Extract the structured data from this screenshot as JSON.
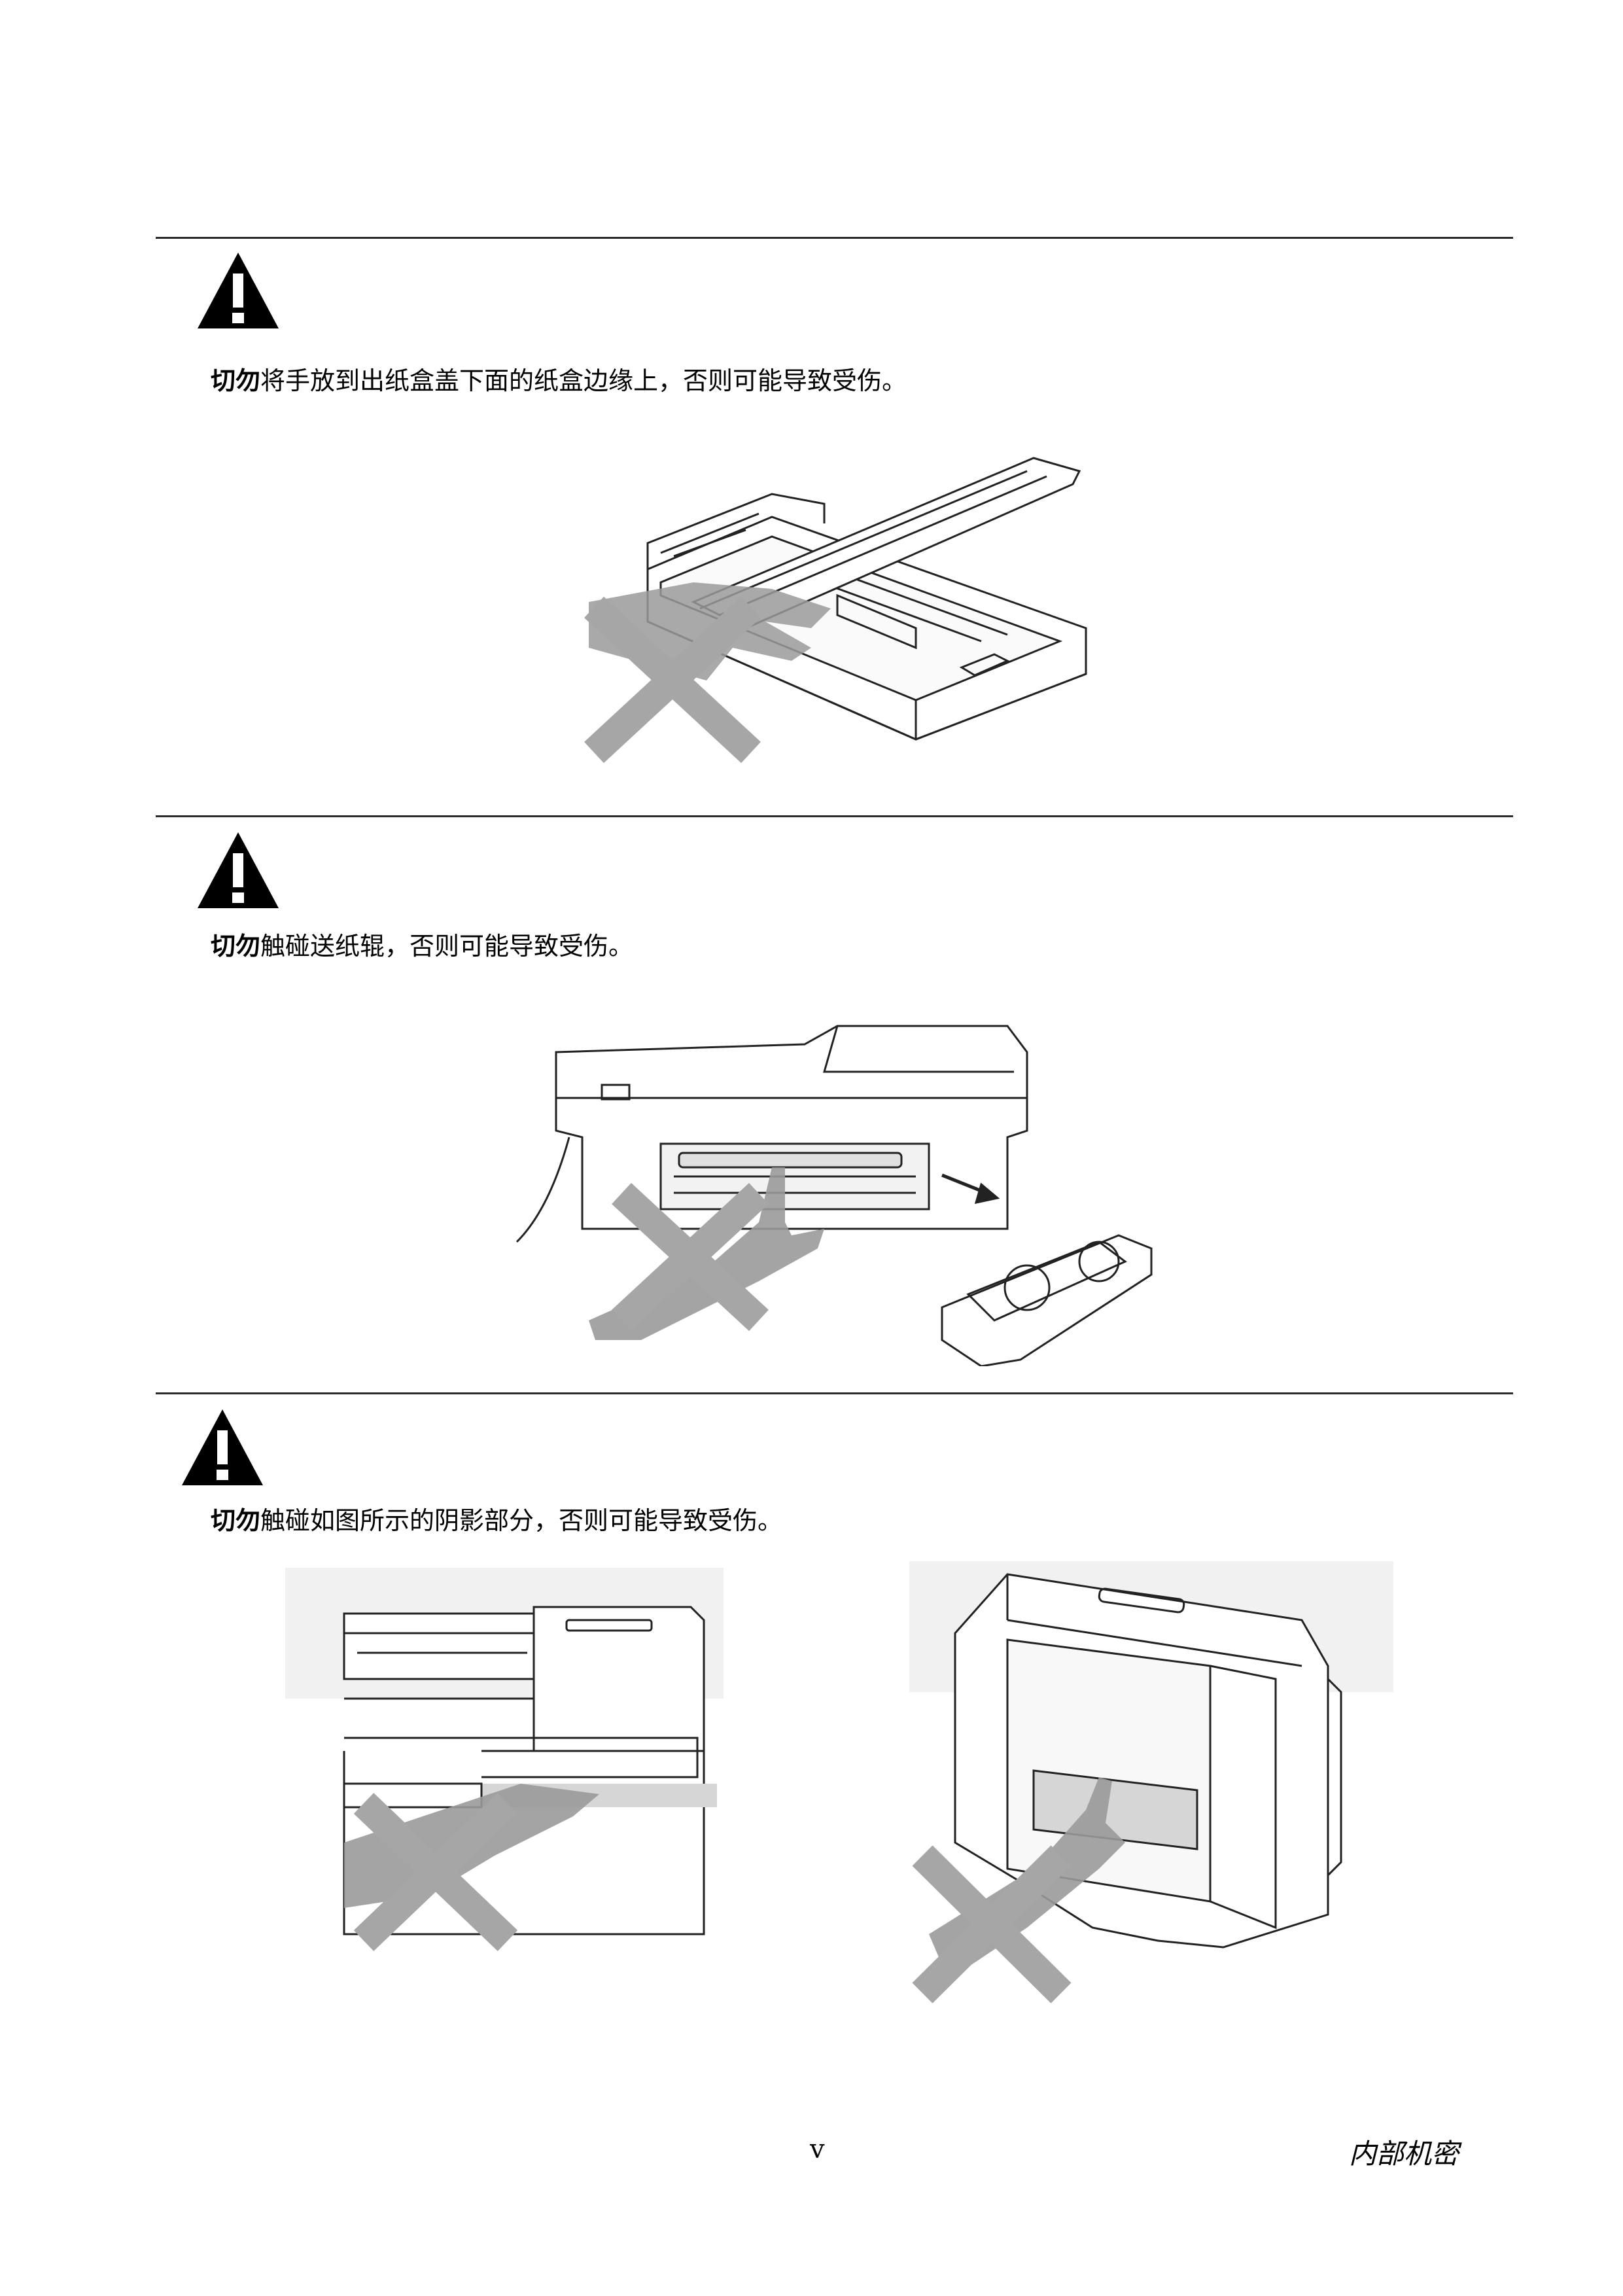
{
  "warnings": [
    {
      "prefix": "切勿",
      "text": "将手放到出纸盒盖下面的纸盒边缘上，否则可能导致受伤。"
    },
    {
      "prefix": "切勿",
      "text": "触碰送纸辊，否则可能导致受伤。"
    },
    {
      "prefix": "切勿",
      "text": "触碰如图所示的阴影部分，否则可能导致受伤。"
    }
  ],
  "footer": {
    "page_number": "v",
    "confidential": "内部机密"
  },
  "colors": {
    "cross": "#a6a6a6",
    "hand": "#9a9a9a",
    "line": "#222222",
    "shade": "#d6d6d6"
  },
  "icons": [
    "warning-icon",
    "prohibited-cross-icon"
  ]
}
